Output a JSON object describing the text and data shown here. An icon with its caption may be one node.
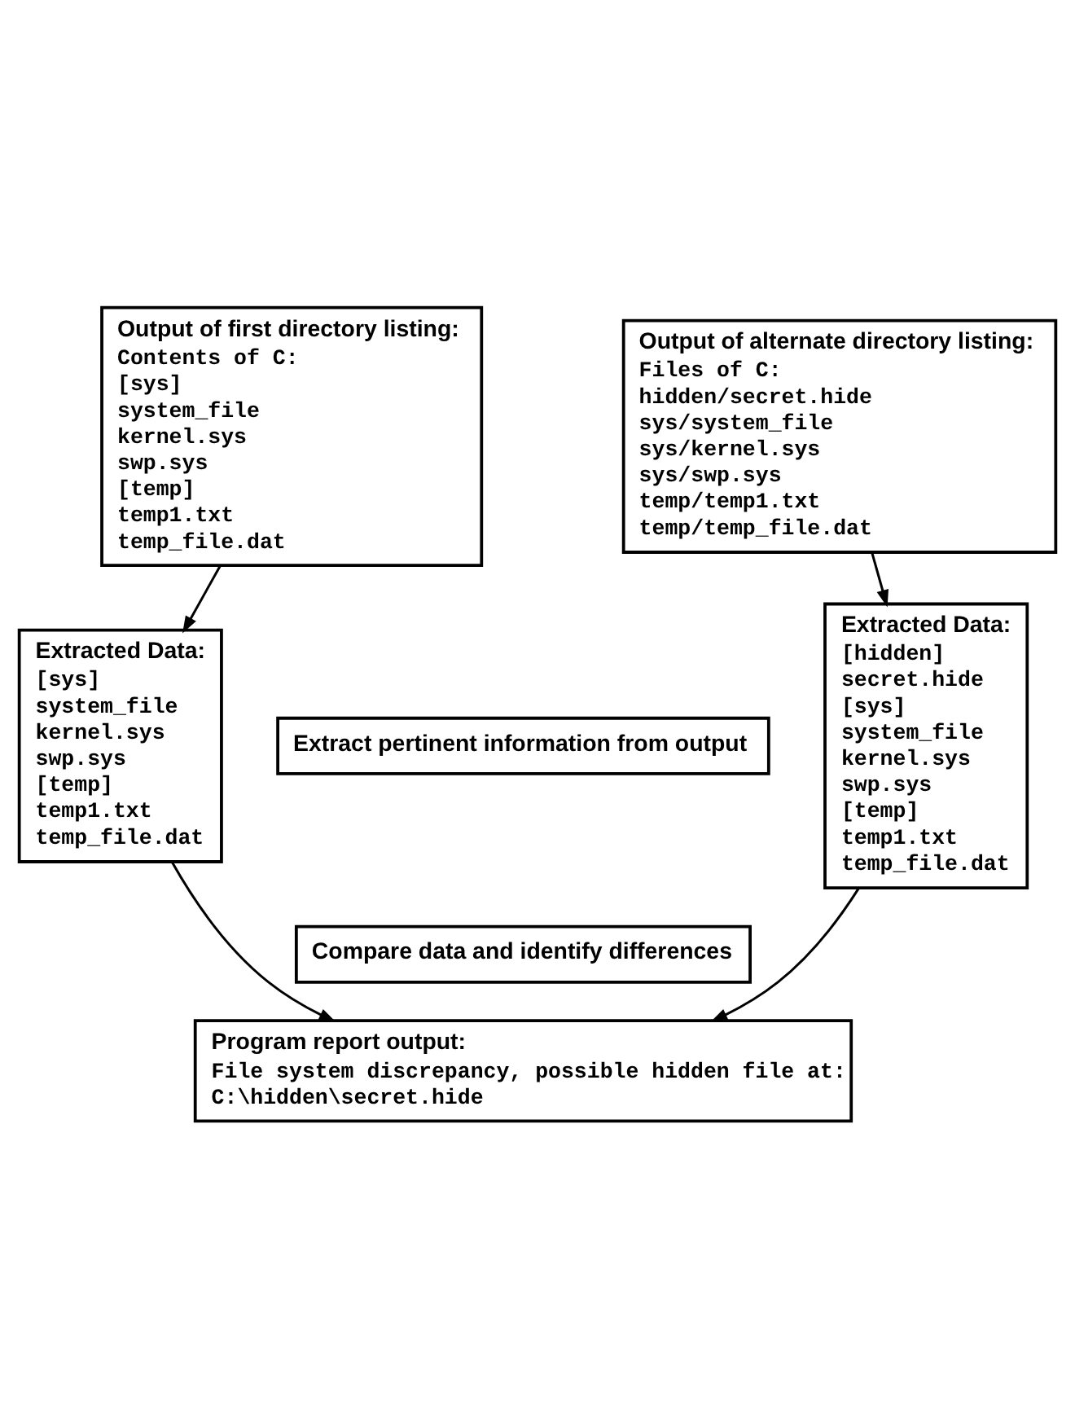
{
  "diagram": {
    "nodes": [
      {
        "text": [
          "Output of first directory listing:",
          "Contents of C:",
          "[sys]",
          "system_file",
          "kernel.sys",
          "swp.sys",
          "[temp]",
          "temp1.txt",
          "temp_file.dat"
        ]
      },
      {
        "text": [
          "Output of alternate directory listing:",
          "Files of C:",
          "hidden/secret.hide",
          "sys/system_file",
          "sys/kernel.sys",
          "sys/swp.sys",
          "temp/temp1.txt",
          "temp/temp_file.dat"
        ]
      },
      {
        "text": [
          "Extract pertinent information from output"
        ]
      },
      {
        "text": [
          "Extracted Data:",
          "[sys]",
          "system_file",
          "kernel.sys",
          "swp.sys",
          "[temp]",
          "temp1.txt",
          "temp_file.dat"
        ]
      },
      {
        "text": [
          "Extracted Data:",
          "[hidden]",
          "secret.hide",
          "[sys]",
          "system_file",
          "kernel.sys",
          "swp.sys",
          "[temp]",
          "temp1.txt",
          "temp_file.dat"
        ]
      },
      {
        "text": [
          "Compare data and identify differences"
        ]
      },
      {
        "text": [
          "Program report output:",
          "File system discrepancy, possible hidden file at:",
          "C:\\hidden\\secret.hide"
        ]
      }
    ],
    "edges": [
      {
        "from": 0,
        "to": 3,
        "arrow": "to"
      },
      {
        "from": 1,
        "to": 4,
        "arrow": "to"
      },
      {
        "from": 3,
        "to": 6,
        "arrow": "to"
      },
      {
        "from": 4,
        "to": 6,
        "arrow": "to"
      }
    ]
  }
}
